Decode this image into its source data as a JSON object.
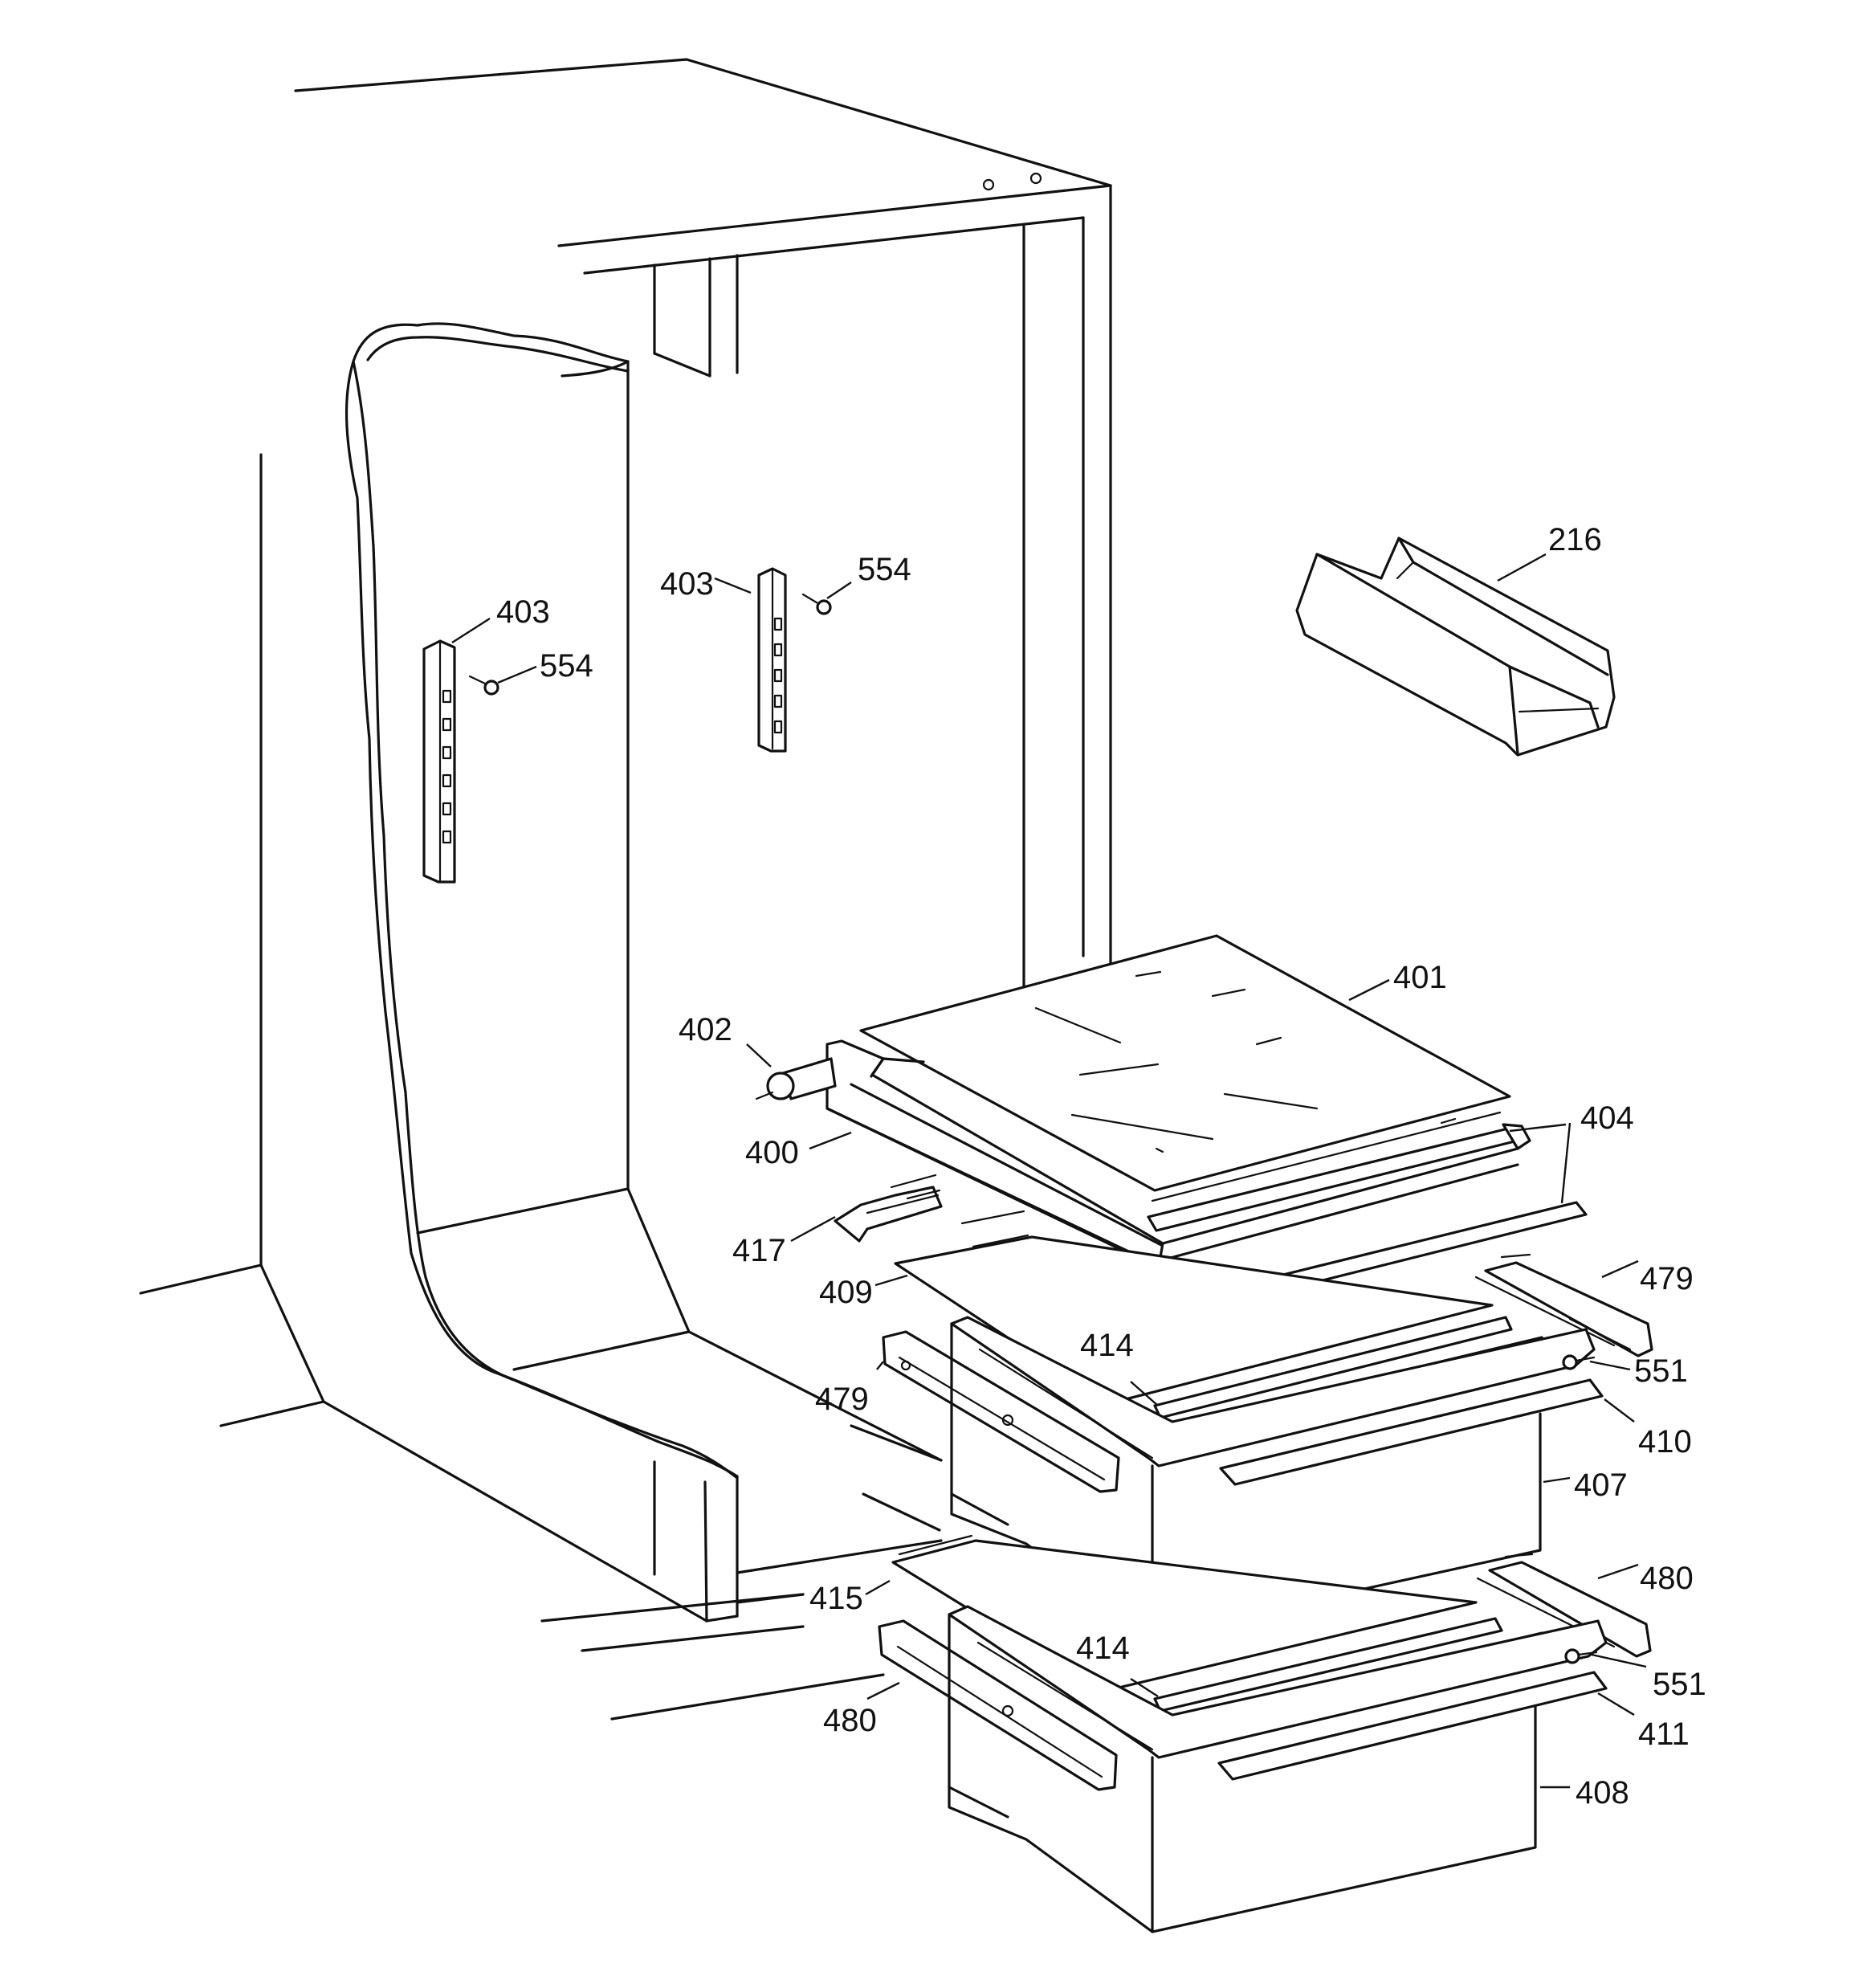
{
  "diagram": {
    "title": "",
    "colors": {
      "line": "#111111",
      "background": "#ffffff"
    },
    "labels": {
      "l216": "216",
      "l403a": "403",
      "l554a": "554",
      "l403b": "403",
      "l554b": "554",
      "l401": "401",
      "l402": "402",
      "l404": "404",
      "l400": "400",
      "l417": "417",
      "l409": "409",
      "l479a": "479",
      "l479b": "479",
      "l414a": "414",
      "l551a": "551",
      "l410": "410",
      "l407": "407",
      "l415": "415",
      "l480a": "480",
      "l480b": "480",
      "l414b": "414",
      "l551b": "551",
      "l411": "411",
      "l408": "408"
    }
  }
}
